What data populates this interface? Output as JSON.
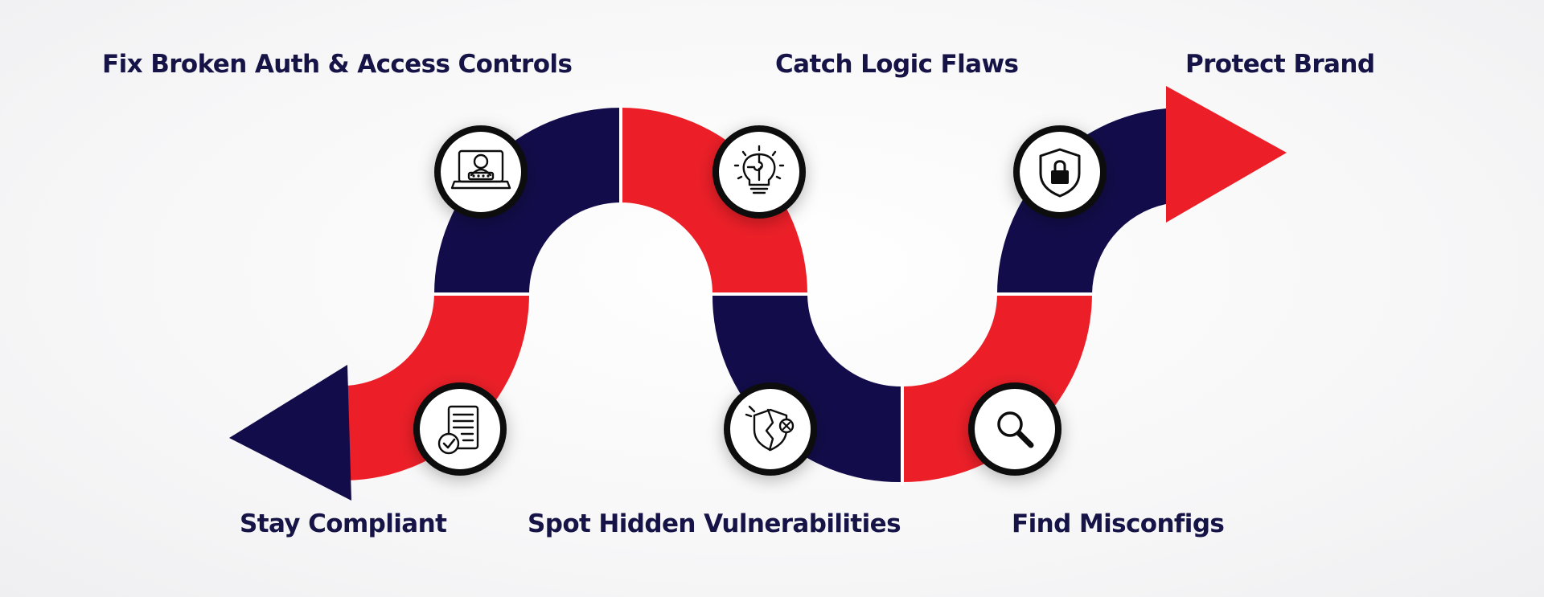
{
  "colors": {
    "navy": "#120d4a",
    "red": "#ec1f28",
    "label": "#161347",
    "icon_ring": "#0a0a0a",
    "icon_bg": "#ffffff"
  },
  "steps": [
    {
      "label": "Fix Broken Auth & Access Controls",
      "icon": "user-login-laptop-icon"
    },
    {
      "label": "Catch Logic Flaws",
      "icon": "lightbulb-puzzle-icon"
    },
    {
      "label": "Protect Brand",
      "icon": "shield-lock-icon"
    },
    {
      "label": "Stay Compliant",
      "icon": "checklist-document-icon"
    },
    {
      "label": "Spot Hidden Vulnerabilities",
      "icon": "broken-shield-icon"
    },
    {
      "label": "Find Misconfigs",
      "icon": "magnifier-icon"
    }
  ]
}
